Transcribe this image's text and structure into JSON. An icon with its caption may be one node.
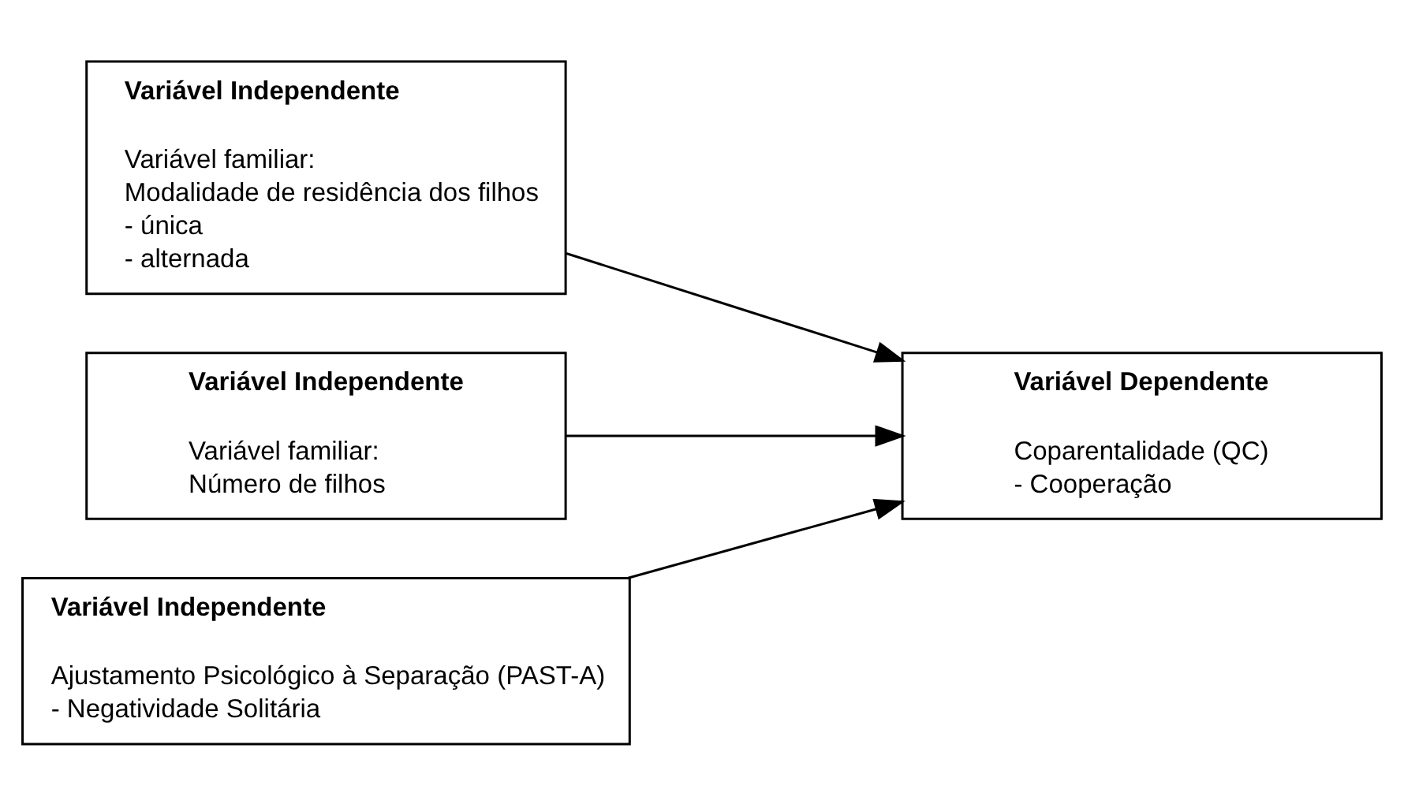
{
  "diagram": {
    "nodes": [
      {
        "text": [
          "Variável Independente",
          "Variável familiar:",
          "Modalidade de residência dos filhos",
          "- única",
          "- alternada"
        ]
      },
      {
        "text": [
          "Variável Independente",
          "Variável familiar:",
          "Número de filhos"
        ]
      },
      {
        "text": [
          "Variável Independente",
          "Ajustamento Psicológico à Separação (PAST-A)",
          "- Negatividade Solitária"
        ]
      },
      {
        "text": [
          "Variável Dependente",
          "Coparentalidade (QC)",
          "- Cooperação"
        ]
      }
    ],
    "edges": [
      {
        "from": 0,
        "to": 3,
        "arrow": "to"
      },
      {
        "from": 1,
        "to": 3,
        "arrow": "to"
      },
      {
        "from": 2,
        "to": 3,
        "arrow": "to"
      }
    ]
  }
}
